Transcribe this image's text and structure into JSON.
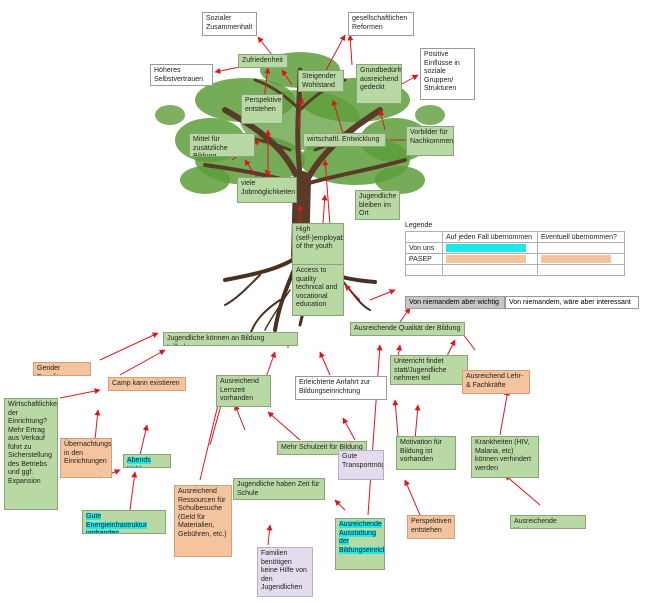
{
  "boxes": {
    "sozialer_zusammenhalt": "Sozialer Zusammenhalt",
    "gesell_reformen": "gesellschaftlichen Reformen",
    "zufriedenheit": "Zufriedenheit",
    "hoeheres_selbstvertrauen": "Höheres Selbstvertrauen",
    "steigender_wohlstand": "Steigender Wohlstand",
    "grundbeduerfnisse": "Grundbedürfnisse ausreichend gedeckt",
    "positive_einfluesse": "Positive Einflüsse in soziale Gruppen/ Strukturen",
    "perspektiven_entstehen_top": "Perspektiven entstehen",
    "mittel_bildung": "Mittel für zusätzliche Bildung",
    "wirtschaftl_entwicklung": "wirtschaftl. Entwicklung",
    "vorbilder": "Vorbilder für Nachkommen",
    "viele_jobs": "viele Jobmöglichkeiten",
    "jugendliche_bleiben": "Jugendliche bleiben im Ort",
    "high_employability": "High (self-)employability of the youth",
    "access_education": "Access to quality technical and vocational education",
    "qualitaet_bildung": "Ausreichende Qualität der Bildung",
    "teilhaben": "Jugendliche können an Bildung teilhaben",
    "gender_equality": "Gender Equality",
    "camp": "Camp kann existieren",
    "lernzeit": "Ausreichend Lernzeit vorhanden",
    "anfahrt": "Erleichterte Anfahrt zur Bildungseinrichtung",
    "unterricht": "Unterricht findet statt/Jugendliche nehmen teil",
    "lehr_fachkraefte": "Ausreichend Lehr- & Fachkräfte",
    "wirtschaftlich": "Wirtschaftlichkeit der Einrichtung? Mehr Ertrag aus Verkauf führt zu Sicherstellung des Betriebs und ggf. Expansion",
    "uebernachtung": "Übernachtungsmöglichkeiten in den Einrichtungen",
    "abends_licht": "Abends Licht",
    "mehr_schulzeit": "Mehr Schulzeit für Bildung",
    "gute_transport": "Gute Transportmöglichkeit",
    "motivation": "Motivation für Bildung ist vorhanden",
    "krankheiten": "Krankheiten (HIV, Malaria, etc) können verhindert werden",
    "ressourcen": "Ausreichend Ressourcen für Schulbesuche (Geld für Materialien, Gebühren, etc.)",
    "zeit_schule": "Jugendliche haben Zeit für Schule",
    "energie": "Gute Energieinfrastruktur vorhanden",
    "ausstattung": "Ausreichende Ausstattung der Bildungseinrichtung",
    "perspektiven_entstehen_bottom": "Perspektiven entstehen",
    "hygiene": "Ausreichende Hygiene",
    "familien": "Familien benötigen keine Hilfe von den Jugendlichen"
  },
  "legend": {
    "title": "Legende",
    "col1": "Auf jeden Fall übernommen",
    "col2": "Eventuell übernommen?",
    "row1": "Von uns",
    "row2": "PASEP",
    "tag_gray": "Von niemandem aber wichtig",
    "tag_white": "Von niemandem, wäre aber interessant"
  },
  "colors": {
    "box_green": "#b9d9a4",
    "box_orange": "#f3c49d",
    "highlight_cyan": "#21e7e7",
    "arrow_red": "#e0151c",
    "tree_green": "#5d9e3a",
    "trunk_brown": "#5a3a28"
  }
}
